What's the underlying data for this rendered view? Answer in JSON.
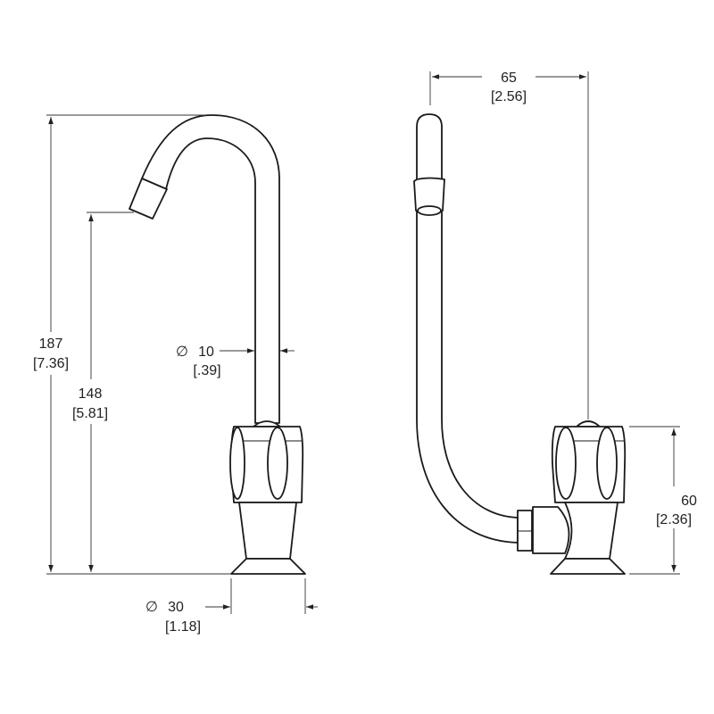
{
  "front_view": {
    "overall_height": {
      "value": "187",
      "imperial": "[7.36]"
    },
    "spout_height": {
      "value": "148",
      "imperial": "[5.81]"
    },
    "spout_diameter": {
      "symbol": "∅",
      "value": "10",
      "imperial": "[.39]"
    },
    "base_diameter": {
      "symbol": "∅",
      "value": "30",
      "imperial": "[1.18]"
    }
  },
  "side_view": {
    "spout_reach": {
      "value": "65",
      "imperial": "[2.56]"
    },
    "handle_height": {
      "value": "60",
      "imperial": "[2.36]"
    }
  }
}
